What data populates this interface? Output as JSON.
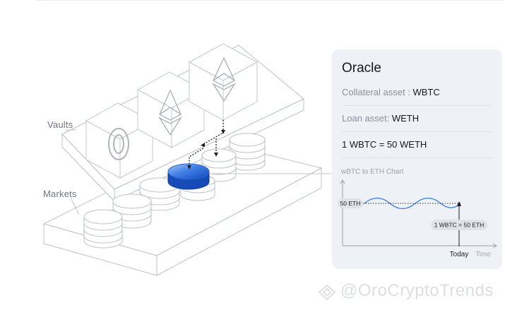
{
  "labels": {
    "vaults": "Vaults",
    "markets": "Markets"
  },
  "oracle": {
    "title": "Oracle",
    "collateral_label": "Collateral asset : ",
    "collateral_value": "WBTC",
    "loan_label": "Loan asset: ",
    "loan_value": "WETH",
    "rate": "1 WBTC = 50 WETH",
    "chart_title": "wBTC to ETH Chart",
    "price_tag": "50 ETH",
    "rate_tag": "1 WBTC = 50 ETH",
    "x_today": "Today",
    "x_time": "Time"
  },
  "watermark": "@OroCryptoTrends",
  "colors": {
    "accent_blue": "#1f5fd8",
    "line": "#b9bec5",
    "card_bg": "#eef1f5"
  }
}
